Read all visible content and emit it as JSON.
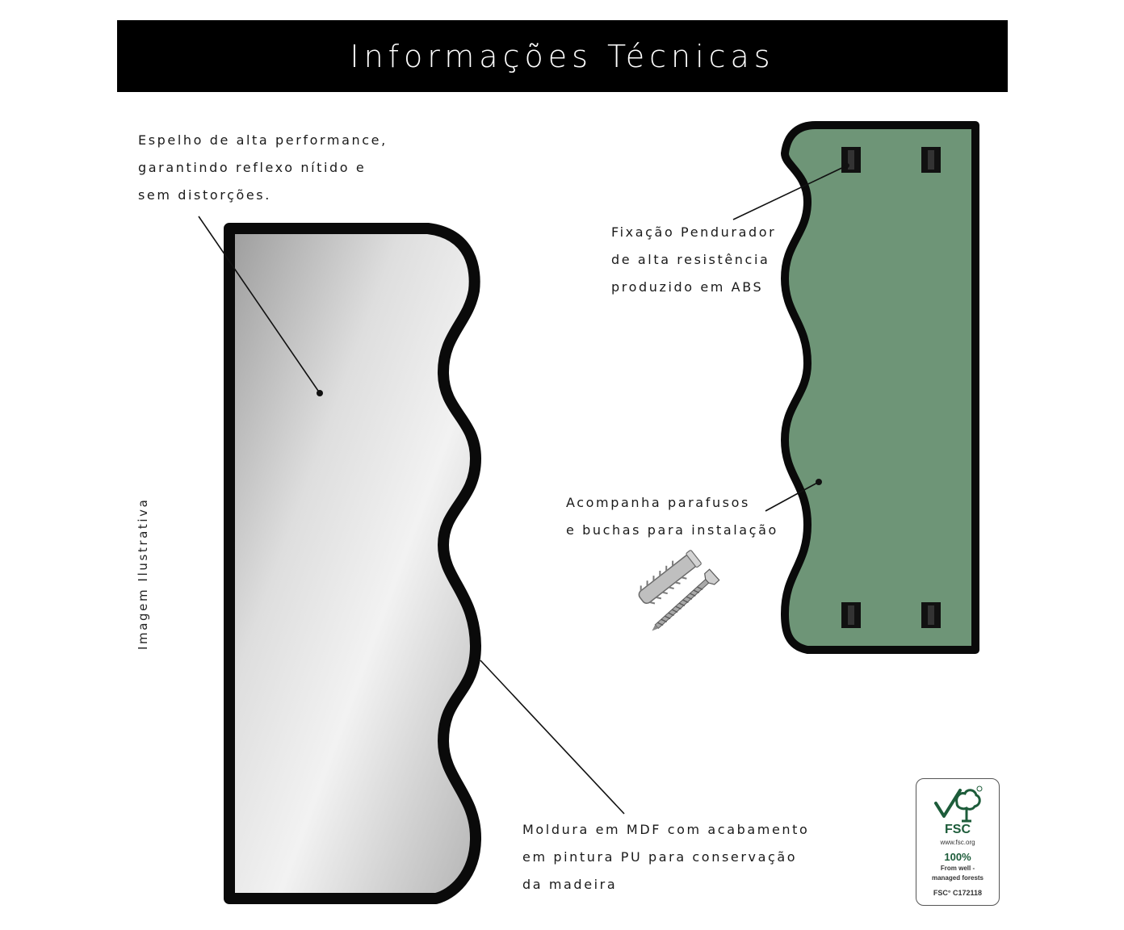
{
  "header": {
    "title": "Informações Técnicas"
  },
  "callouts": {
    "mirror": [
      "Espelho de alta performance,",
      "garantindo reflexo nítido e",
      "sem distorções."
    ],
    "hanger": [
      "Fixação Pendurador",
      "de alta resistência",
      "produzido em ABS"
    ],
    "screws": [
      "Acompanha parafusos",
      "e buchas para instalação"
    ],
    "frame": [
      "Moldura em MDF com acabamento",
      "em pintura PU para conservação",
      "da madeira"
    ]
  },
  "side_note": "Imagem Ilustrativa",
  "fsc_label": {
    "brand": "FSC",
    "url": "www.fsc.org",
    "percent": "100%",
    "sub_line1": "From well -",
    "sub_line2": "managed forests",
    "code": "FSC° C172118"
  },
  "colors": {
    "header_bg": "#000000",
    "frame": "#0a0a0a",
    "back_panel": "#6e9577",
    "mirror_light": "#f1f1f1",
    "mirror_dark": "#a9a9a9",
    "fsc_green": "#1d5c3a"
  }
}
